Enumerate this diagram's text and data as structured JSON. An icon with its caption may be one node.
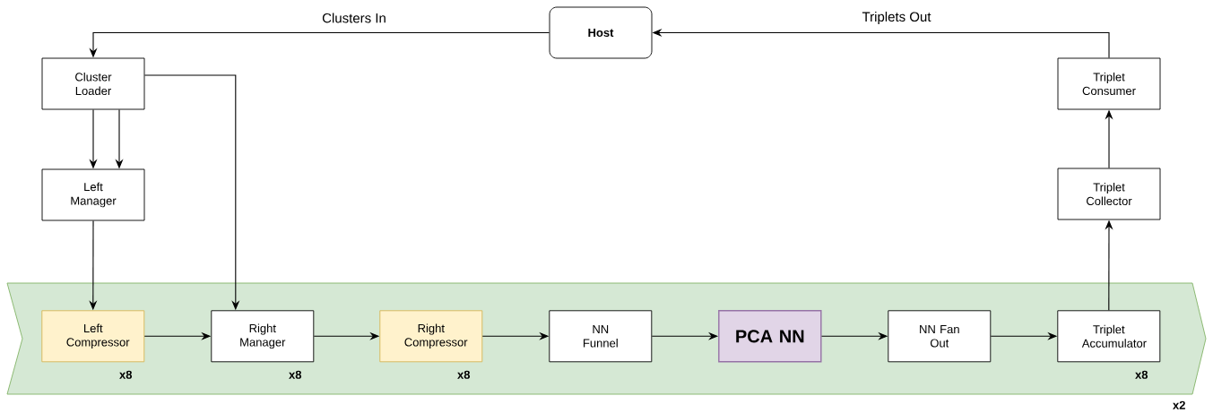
{
  "diagram": {
    "nodes": [
      {
        "text": [
          "Host"
        ]
      },
      {
        "text": [
          "Cluster Loader"
        ]
      },
      {
        "text": [
          "Left Manager"
        ]
      },
      {
        "text": [
          "Triplet Consumer"
        ]
      },
      {
        "text": [
          "Triplet Collector"
        ]
      },
      {
        "text": [],
        "shape": "band",
        "beside": [
          "x2"
        ]
      },
      {
        "text": [
          "Left Compressor"
        ],
        "in": 5,
        "beside": [
          "x8"
        ]
      },
      {
        "text": [
          "Right Manager"
        ],
        "in": 5,
        "beside": [
          "x8"
        ]
      },
      {
        "text": [
          "Right Compressor"
        ],
        "in": 5,
        "beside": [
          "x8"
        ]
      },
      {
        "text": [
          "NN Funnel"
        ],
        "in": 5
      },
      {
        "text": [
          "PCA NN"
        ],
        "in": 5
      },
      {
        "text": [
          "NN Fan Out"
        ],
        "in": 5
      },
      {
        "text": [
          "Triplet Accumulator"
        ],
        "in": 5,
        "beside": [
          "x8"
        ]
      }
    ],
    "edges": [
      {
        "from": 0,
        "to": 1,
        "arrow": "to",
        "label": "Clusters In"
      },
      {
        "from": 1,
        "to": 2,
        "arrow": "to"
      },
      {
        "from": 1,
        "to": 2,
        "arrow": "to"
      },
      {
        "from": 1,
        "to": 7,
        "arrow": "to"
      },
      {
        "from": 2,
        "to": 6,
        "arrow": "to"
      },
      {
        "from": 6,
        "to": 7,
        "arrow": "to"
      },
      {
        "from": 7,
        "to": 8,
        "arrow": "to"
      },
      {
        "from": 8,
        "to": 9,
        "arrow": "to"
      },
      {
        "from": 9,
        "to": 10,
        "arrow": "to"
      },
      {
        "from": 10,
        "to": 11,
        "arrow": "to"
      },
      {
        "from": 11,
        "to": 12,
        "arrow": "to"
      },
      {
        "from": 12,
        "to": 4,
        "arrow": "to"
      },
      {
        "from": 4,
        "to": 3,
        "arrow": "to"
      },
      {
        "from": 3,
        "to": 0,
        "arrow": "to",
        "label": "Triplets Out"
      }
    ]
  }
}
